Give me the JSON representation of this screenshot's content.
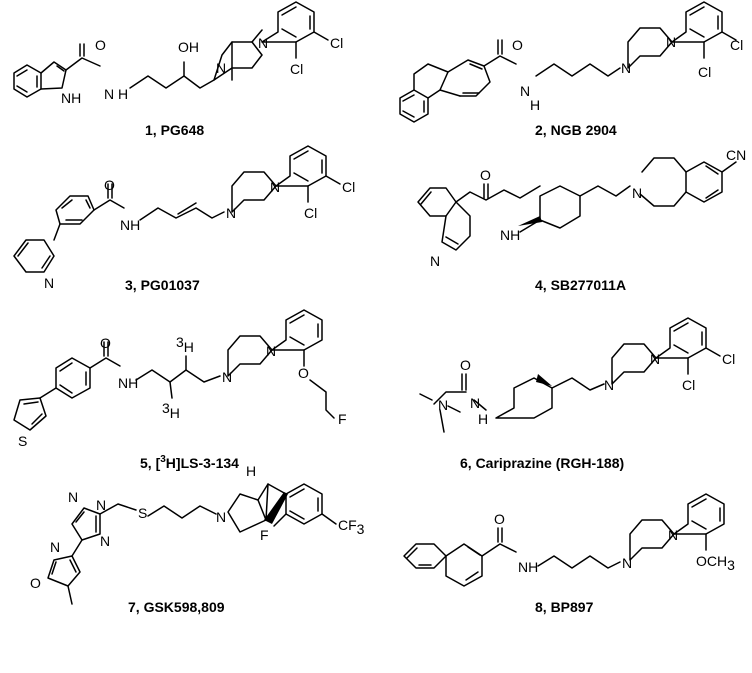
{
  "figure": {
    "compounds": [
      {
        "caption": "1, PG648"
      },
      {
        "caption": "2, NGB 2904"
      },
      {
        "caption": "3, PG01037"
      },
      {
        "caption": "4, SB277011A"
      },
      {
        "caption_parts": [
          "5, [",
          "3",
          "H]LS-3-134"
        ]
      },
      {
        "caption": "6, Cariprazine (RGH-188)"
      },
      {
        "caption": "7, GSK598,809"
      },
      {
        "caption": "8, BP897"
      }
    ],
    "atoms": {
      "O": "O",
      "OH": "OH",
      "N": "N",
      "NH": "NH",
      "H": "H",
      "Cl": "Cl",
      "F": "F",
      "S": "S",
      "CN": "CN",
      "CF3": "CF",
      "sub3": "3",
      "OCH3": "OCH",
      "T": "H",
      "T_mass": "3"
    }
  }
}
